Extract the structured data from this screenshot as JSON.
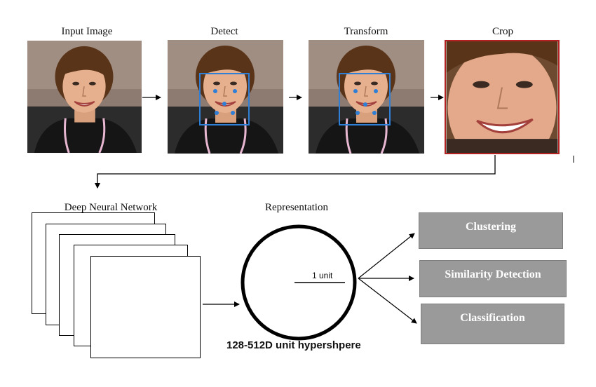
{
  "pipeline": {
    "input_label": "Input Image",
    "detect_label": "Detect",
    "transform_label": "Transform",
    "crop_label": "Crop"
  },
  "network": {
    "label": "Deep Neural Network"
  },
  "representation": {
    "label": "Representation",
    "radius_label": "1 unit",
    "caption": "128-512D unit hypershpere"
  },
  "outputs": {
    "clustering": "Clustering",
    "similarity": "Similarity Detection",
    "classification": "Classification"
  },
  "colors": {
    "detect_box": "#2f7fd6",
    "landmark": "#2f7fd6",
    "crop_border": "#b22222",
    "output_box": "#9a9a9a"
  }
}
